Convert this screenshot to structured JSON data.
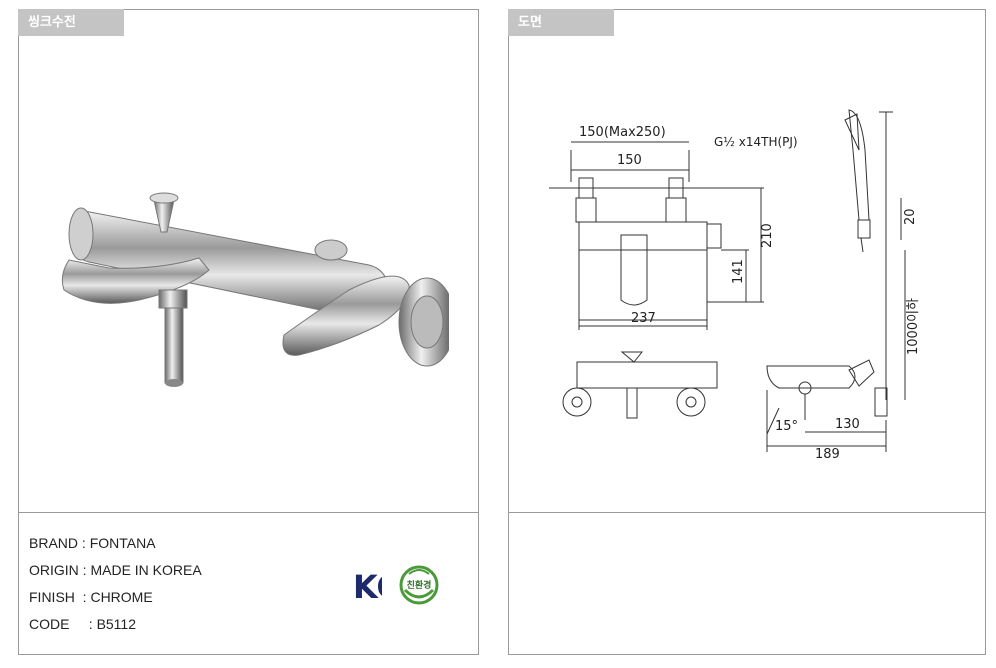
{
  "left_panel": {
    "tab_label": "씽크수전",
    "specs": [
      {
        "label": "BRAND",
        "sep": " : ",
        "value": "FONTANA"
      },
      {
        "label": "ORIGIN",
        "sep": " : ",
        "value": "MADE IN KOREA"
      },
      {
        "label": "FINISH",
        "sep": "  : ",
        "value": "CHROME"
      },
      {
        "label": "CODE",
        "sep": "  : ",
        "value": "B5112"
      }
    ],
    "cert_marks": {
      "kc": "KC",
      "eco_label": "친환경"
    }
  },
  "right_panel": {
    "tab_label": "도면",
    "dimensions": {
      "spacing_range": "150(Max250)",
      "spacing": "150",
      "thread": "G½ x14TH(PJ)",
      "height_total": "210",
      "height_body": "141",
      "width": "237",
      "hose_offset": "20",
      "hose_length": "1000이하",
      "spout_angle": "15°",
      "spout_reach": "130",
      "depth": "189"
    }
  },
  "colors": {
    "tab_bg": "#c4c4c4",
    "border": "#9a9a9a",
    "cert_green": "#4a9a3a",
    "cert_navy": "#1d2a6b"
  }
}
